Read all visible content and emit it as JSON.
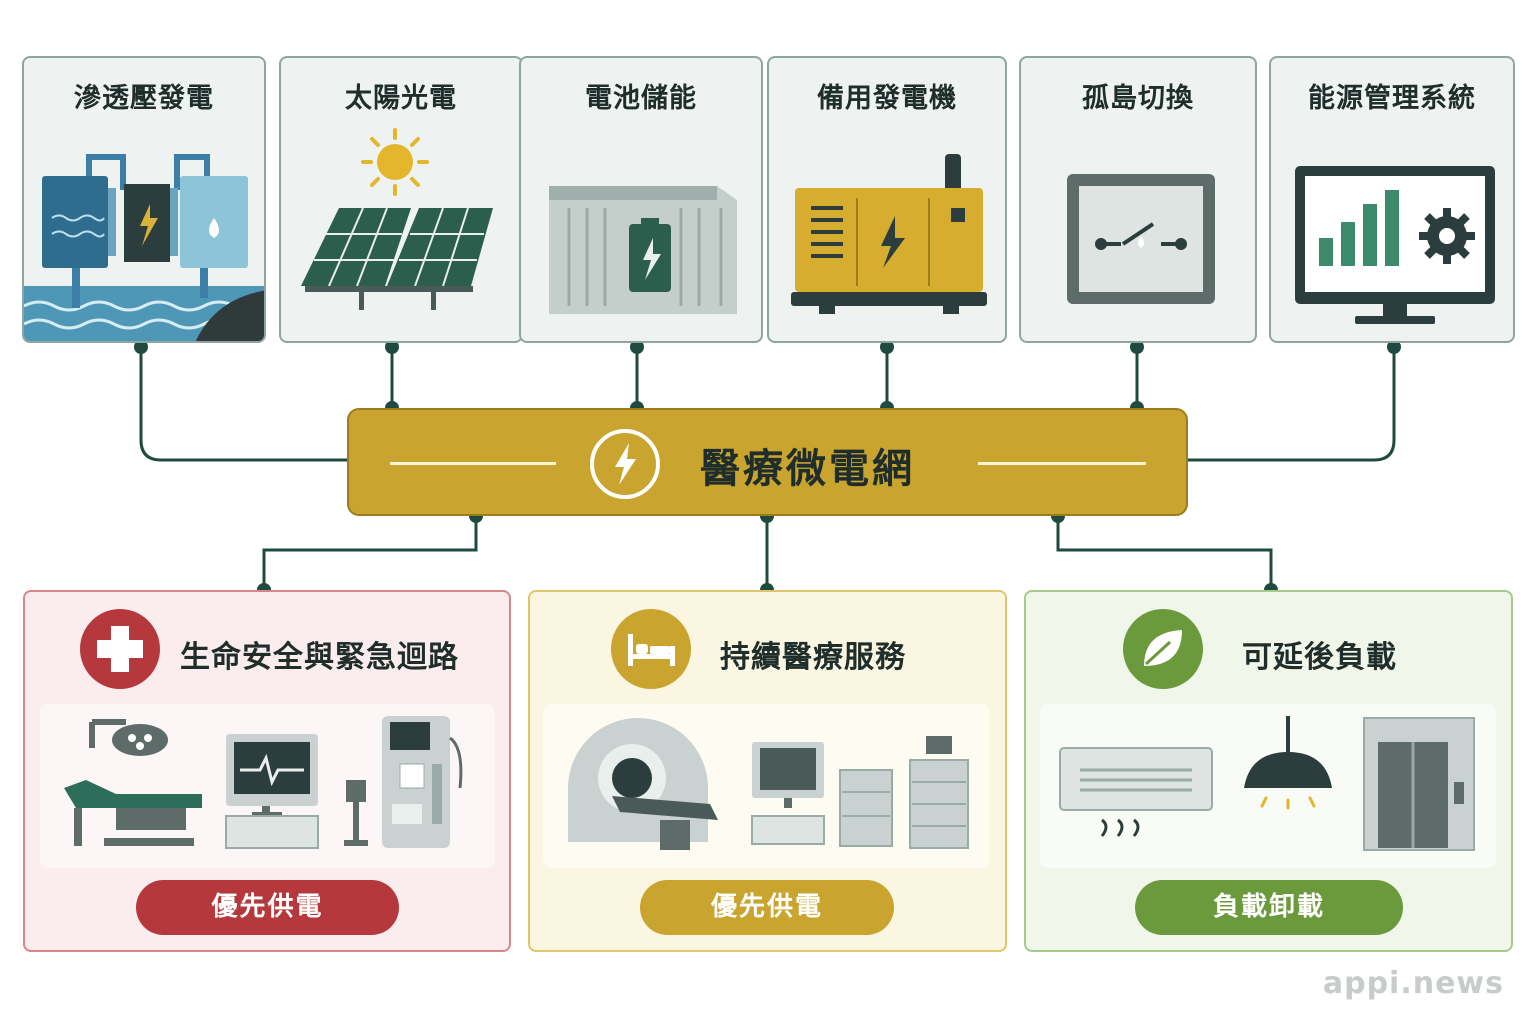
{
  "sources": [
    {
      "label": "滲透壓發電",
      "icon": "osmotic-power-icon"
    },
    {
      "label": "太陽光電",
      "icon": "solar-panel-icon"
    },
    {
      "label": "電池儲能",
      "icon": "battery-container-icon"
    },
    {
      "label": "備用發電機",
      "icon": "generator-icon"
    },
    {
      "label": "孤島切換",
      "icon": "island-switch-icon"
    },
    {
      "label": "能源管理系統",
      "icon": "energy-management-monitor-icon"
    }
  ],
  "hub": {
    "label": "醫療微電網",
    "icon": "lightning-icon"
  },
  "loads": [
    {
      "title": "生命安全與緊急迴路",
      "badge": "優先供電",
      "icon": "medical-cross-icon",
      "color": "#b5393c"
    },
    {
      "title": "持續醫療服務",
      "badge": "優先供電",
      "icon": "hospital-bed-icon",
      "color": "#c9a42e"
    },
    {
      "title": "可延後負載",
      "badge": "負載卸載",
      "icon": "leaf-icon",
      "color": "#6b9a3c"
    }
  ],
  "watermark": "appi.news"
}
